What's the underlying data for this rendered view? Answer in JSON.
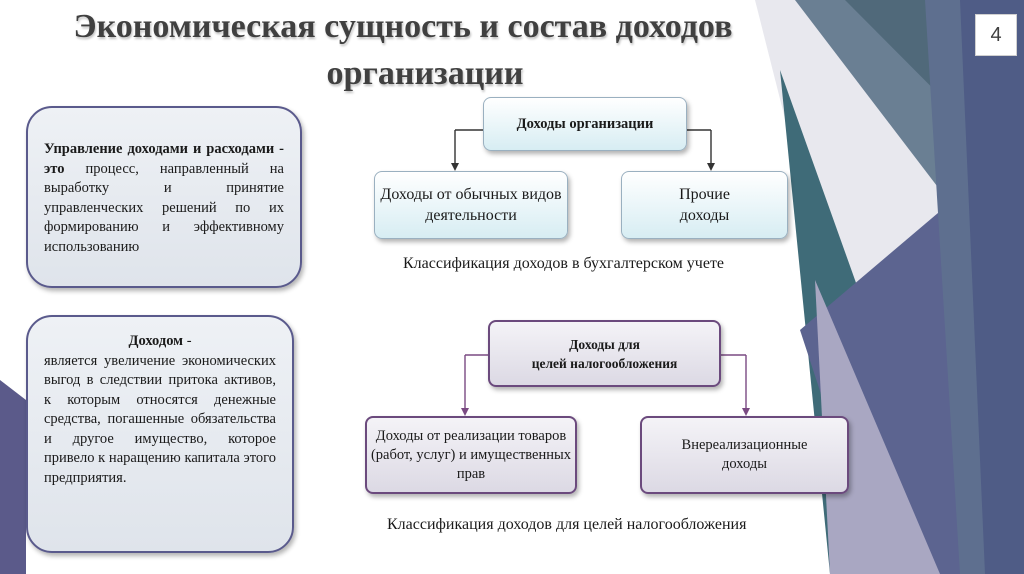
{
  "slide": {
    "title_line1": "Экономическая сущность и  состав доходов",
    "title_line2": "организации",
    "page_number": "4"
  },
  "definitions": {
    "management_term": "Управление доходами и расходами - это",
    "management_text": "процесс, направленный на выработку и принятие управленческих решений по их формированию и эффективному использованию",
    "income_term": "Доходом",
    "income_dash": " -",
    "income_text": "является увеличение экономических выгод в следствии притока активов, к которым относятся денежные средства, погашенные обязательства и другое имущество, которое привело к наращению капитала этого предприятия."
  },
  "accounting_diagram": {
    "root": "Доходы организации",
    "left": "Доходы от обычных видов деятельности",
    "right_line1": "Прочие",
    "right_line2": "доходы",
    "caption": "Классификация доходов в бухгалтерском учете"
  },
  "tax_diagram": {
    "root_line1": "Доходы для",
    "root_line2": "целей налогообложения",
    "left": "Доходы от реализации товаров (работ, услуг) и имущественных прав",
    "right_line1": "Внереализационные",
    "right_line2": "доходы",
    "caption": "Классификация доходов для целей налогообложения"
  },
  "colors": {
    "decor_slate": "#5e6f8f",
    "decor_teal": "#3f6b78",
    "decor_lavender": "#a9a7c2",
    "box_border": "#5a5a8c",
    "purple_border": "#6b4a7d"
  }
}
